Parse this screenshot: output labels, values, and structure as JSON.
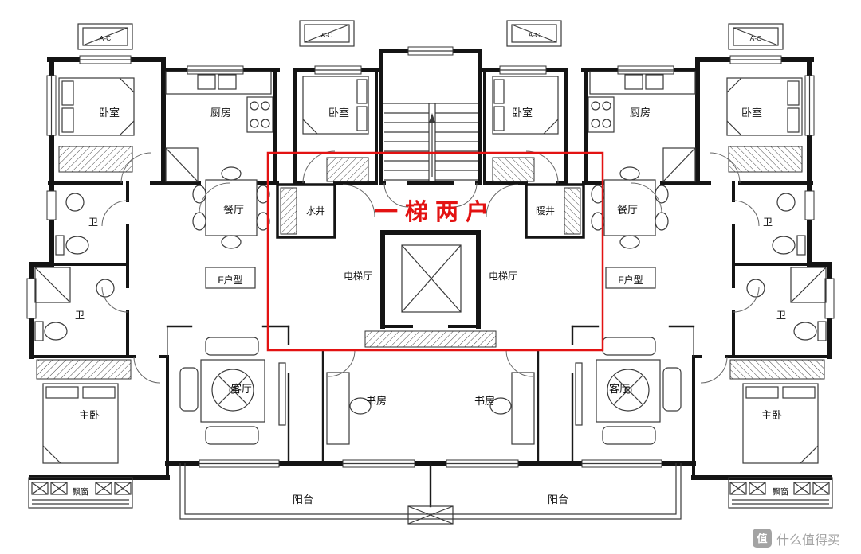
{
  "plan": {
    "highlight": {
      "label": "一梯两户"
    },
    "ac_label": "A-C",
    "core": {
      "water_shaft": "水井",
      "heating_shaft": "暖井"
    },
    "left_unit": {
      "unit_type": "F户型",
      "bedroom_top": "卧室",
      "kitchen": "厨房",
      "bedroom_inner": "卧室",
      "dining_room": "餐厅",
      "bath_upper": "卫",
      "bath_lower": "卫",
      "elevator_hall": "电梯厅",
      "master_bedroom": "主卧",
      "living_room": "客厅",
      "study": "书房",
      "balcony": "阳台",
      "bay_window": "飘窗"
    },
    "right_unit": {
      "unit_type": "F户型",
      "bedroom_top": "卧室",
      "kitchen": "厨房",
      "bedroom_inner": "卧室",
      "dining_room": "餐厅",
      "bath_upper": "卫",
      "bath_lower": "卫",
      "elevator_hall": "电梯厅",
      "master_bedroom": "主卧",
      "living_room": "客厅",
      "study": "书房",
      "balcony": "阳台",
      "bay_window": "飘窗"
    }
  },
  "colors": {
    "highlight": "#e31212",
    "wall": "#141414",
    "watermark": "#a3a3a3"
  },
  "watermark": {
    "icon": "值",
    "text": "什么值得买"
  }
}
